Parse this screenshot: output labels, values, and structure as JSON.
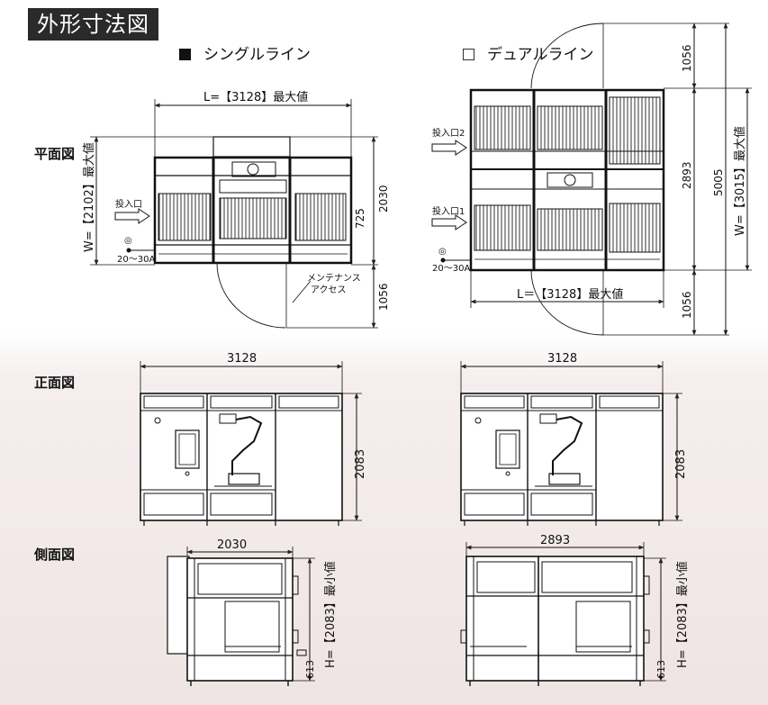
{
  "title": "外形寸法図",
  "legend": {
    "single": "シングルライン",
    "dual": "デュアルライン"
  },
  "views": {
    "plan": "平面図",
    "front": "正面図",
    "side": "側面図"
  },
  "plan_single": {
    "length": "L=【3128】最大値",
    "width": "W=【2102】最大値",
    "depth": "2030",
    "offset": "725",
    "maint": "1056",
    "input": "投入口",
    "power": "20～30A",
    "power_symbol": "◎",
    "maintenance_line1": "メンテナンス",
    "maintenance_line2": "アクセス"
  },
  "plan_dual": {
    "length": "L＝【3128】最大値",
    "width": "W=【3015】最大値",
    "depth": "2893",
    "total": "5005",
    "maint_top": "1056",
    "maint_bottom": "1056",
    "input1": "投入口1",
    "input2": "投入口2",
    "power": "20～30A",
    "power_symbol": "◎"
  },
  "front": {
    "single_width": "3128",
    "single_height": "2083",
    "dual_width": "3128",
    "dual_height": "2083"
  },
  "side": {
    "single_depth": "2030",
    "single_height": "H=【2083】最小値",
    "single_low": "613",
    "dual_depth": "2893",
    "dual_height": "H=【2083】最小値",
    "dual_low": "613"
  }
}
